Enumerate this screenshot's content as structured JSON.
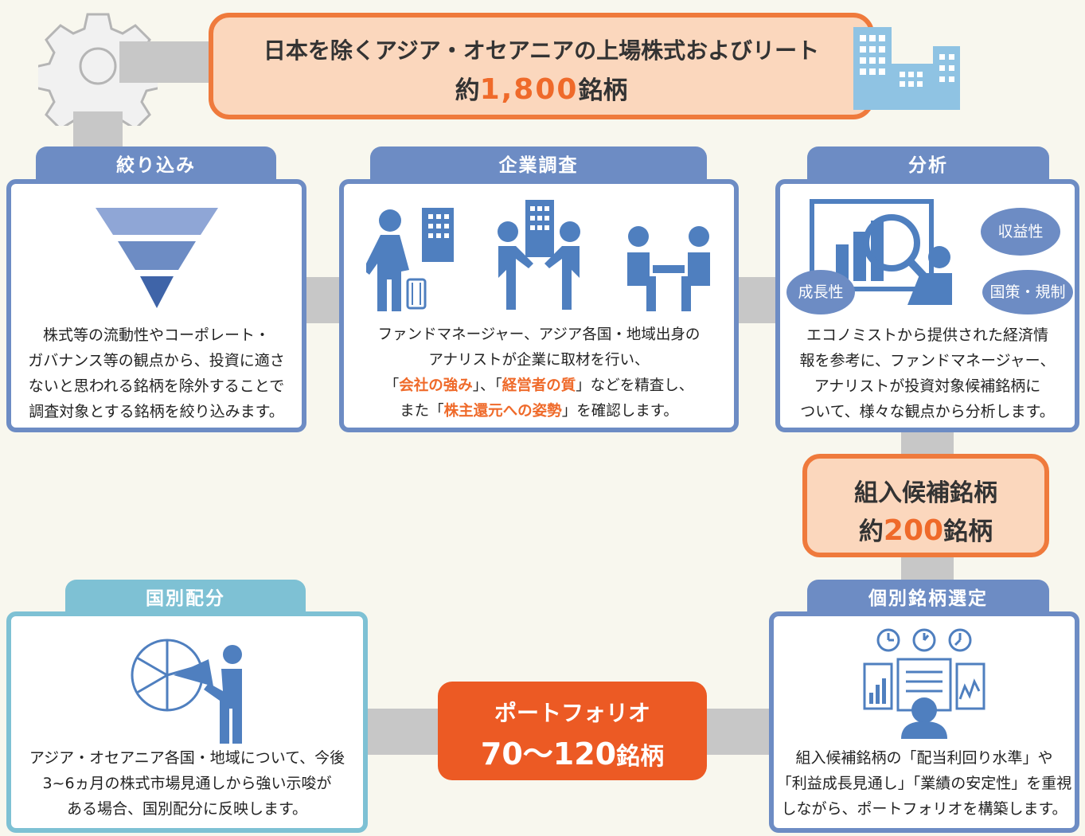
{
  "top_box": {
    "line1": "日本を除くアジア・オセアニアの上場株式およびリート",
    "prefix": "約",
    "number": "1,800",
    "suffix": "銘柄"
  },
  "steps": {
    "narrowing": {
      "title": "絞り込み",
      "lines": [
        "株式等の流動性やコーポレート・",
        "ガバナンス等の観点から、投資に適さ",
        "ないと思われる銘柄を除外することで",
        "調査対象とする銘柄を絞り込みます。"
      ]
    },
    "research": {
      "title": "企業調査",
      "line1": "ファンドマネージャー、アジア各国・地域出身の",
      "line2": "アナリストが企業に取材を行い、",
      "line3_a": "「",
      "line3_hl1": "会社の強み",
      "line3_b": "」、「",
      "line3_hl2": "経営者の質",
      "line3_c": "」などを精査し、",
      "line4_a": "また「",
      "line4_hl": "株主還元への姿勢",
      "line4_b": "」を確認します。"
    },
    "analysis": {
      "title": "分析",
      "bubbles": {
        "profit": "収益性",
        "growth": "成長性",
        "policy": "国策・規制"
      },
      "lines": [
        "エコノミストから提供された経済情",
        "報を参考に、ファンドマネージャー、",
        "アナリストが投資対象候補銘柄に",
        "ついて、様々な観点から分析します。"
      ]
    },
    "selection": {
      "title": "個別銘柄選定",
      "lines": [
        "組入候補銘柄の「配当利回り水準」や",
        "「利益成長見通し」「業績の安定性」を重視",
        "しながら、ポートフォリオを構築します。"
      ]
    },
    "allocation": {
      "title": "国別配分",
      "lines": [
        "アジア・オセアニア各国・地域について、今後",
        "3~6ヵ月の株式市場見通しから強い示唆が",
        "ある場合、国別配分に反映します。"
      ]
    }
  },
  "candidates_box": {
    "line1": "組入候補銘柄",
    "prefix": "約",
    "number": "200",
    "suffix": "銘柄"
  },
  "portfolio_box": {
    "line1": "ポートフォリオ",
    "number": "70〜120",
    "suffix": "銘柄"
  },
  "colors": {
    "blue": "#6d8cc4",
    "teal": "#7ec1d4",
    "orange": "#ef7a3c",
    "orange_dark": "#ec5a24",
    "icon": "#4f7fbf",
    "grey": "#c7c7c7"
  }
}
